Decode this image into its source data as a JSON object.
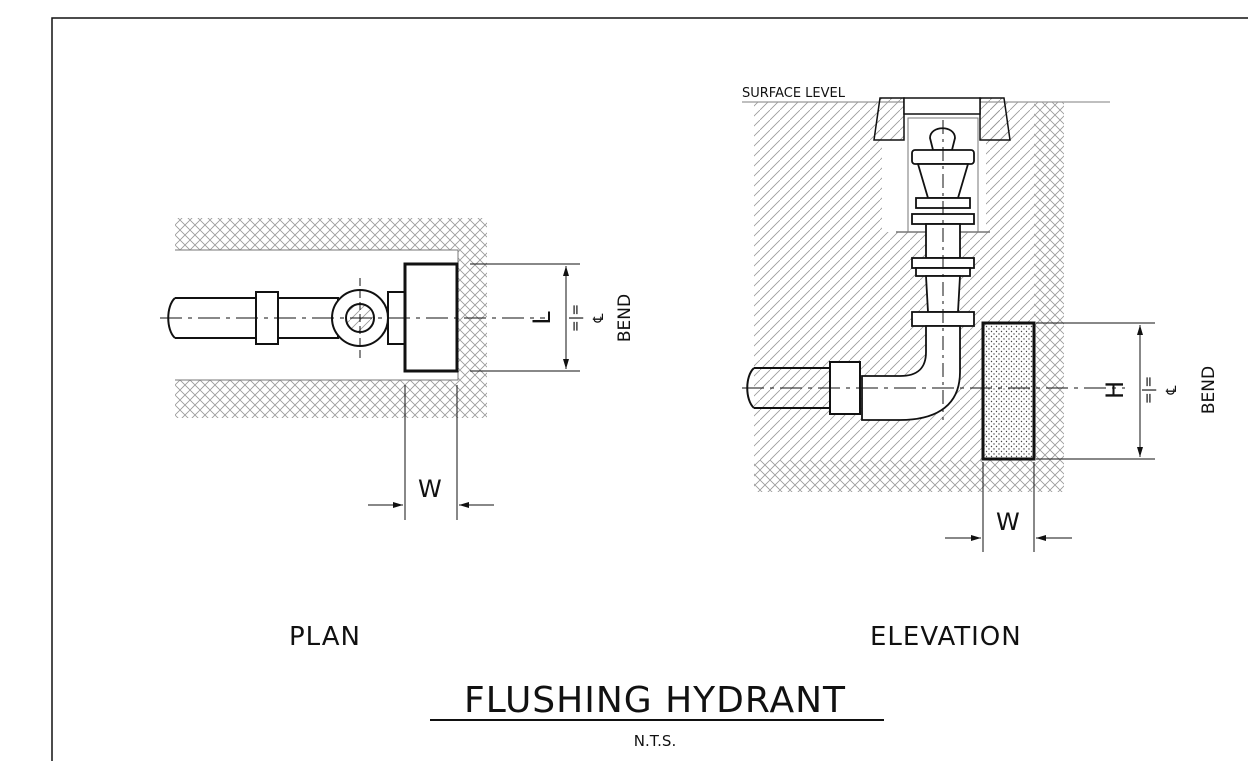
{
  "title": "FLUSHING HYDRANT",
  "subtitle": "N.T.S.",
  "plan": {
    "label": "PLAN",
    "dim_w": "W",
    "dim_l": "L",
    "equals_cl": "=|=",
    "centerline": "℄",
    "bend": "BEND"
  },
  "elevation": {
    "label": "ELEVATION",
    "surface": "SURFACE LEVEL",
    "dim_w": "W",
    "dim_h": "H",
    "equals_cl": "=|=",
    "centerline": "℄",
    "bend": "BEND"
  }
}
